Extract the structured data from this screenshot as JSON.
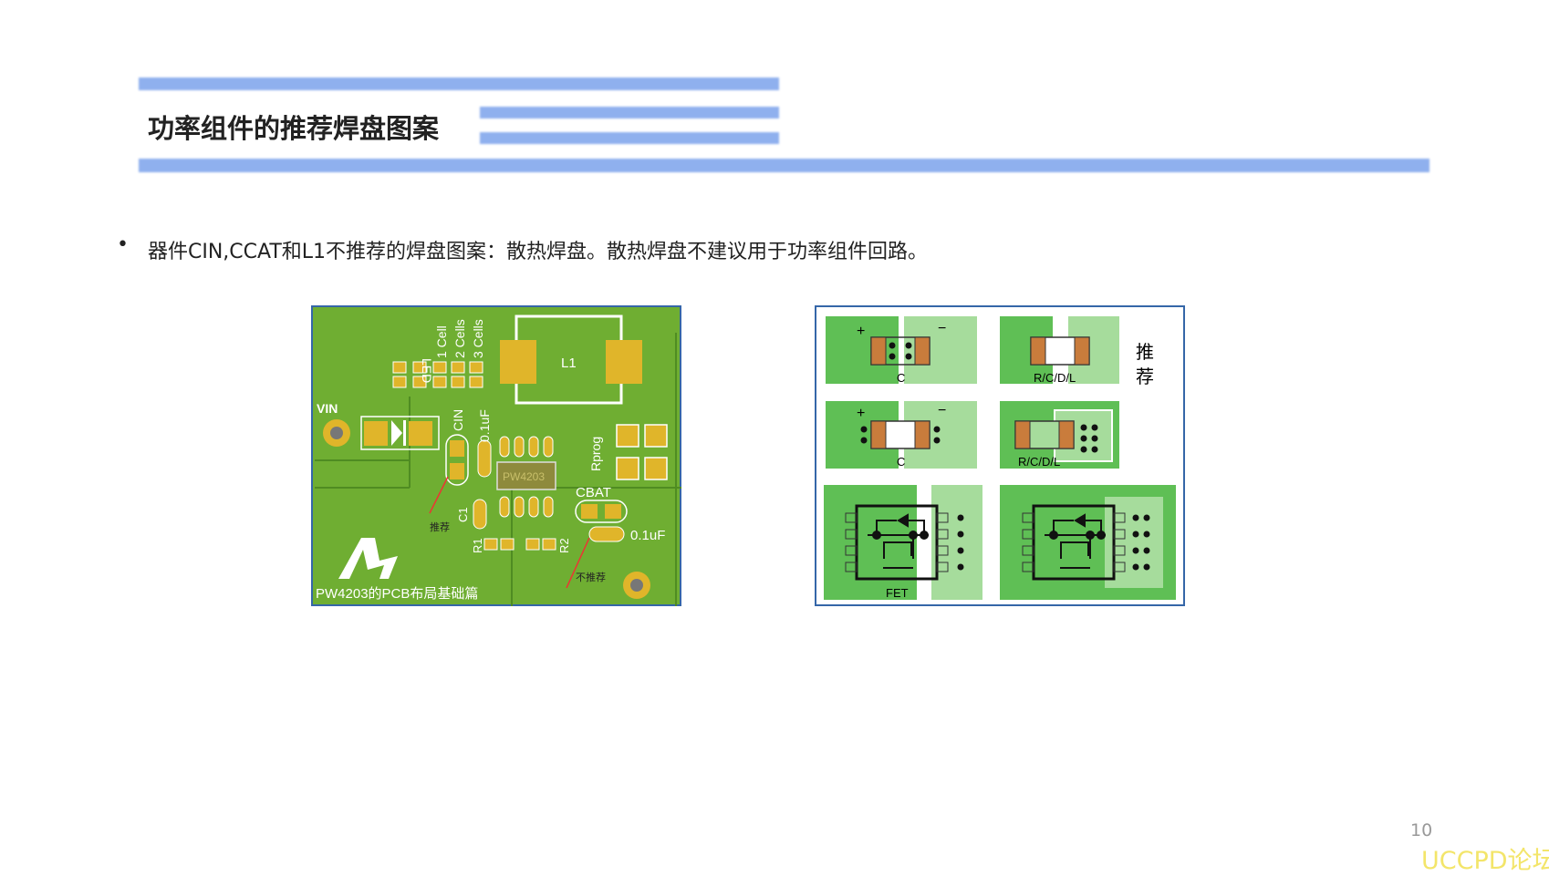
{
  "header": {
    "title": "功率组件的推荐焊盘图案",
    "accent_color": "#8fb0ee"
  },
  "bullet": {
    "text": "器件CIN,CCAT和L1不推荐的焊盘图案：散热焊盘。散热焊盘不建议用于功率组件回路。"
  },
  "pcb_image": {
    "labels": {
      "led": "LED",
      "cell1": "1 Cell",
      "cell2": "2 Cells",
      "cell3": "3 Cells",
      "l1": "L1",
      "vin": "VIN",
      "cin": "CIN",
      "cin_val": "0.1uF",
      "ic": "PW4203",
      "rprog": "Rprog",
      "cbat": "CBAT",
      "cbat_val": "0.1uF",
      "c1": "C1",
      "r1": "R1",
      "r2": "R2",
      "recommended": "推荐",
      "not_recommended": "不推荐",
      "caption": "PW4203的PCB布局基础篇"
    },
    "colors": {
      "board": "#6fae32",
      "pad": "#e0b52a"
    }
  },
  "pad_image": {
    "labels": {
      "plus": "+",
      "minus": "−",
      "c1": "C",
      "c2": "C",
      "rcdl1": "R/C/D/L",
      "rcdl2": "R/C/D/L",
      "fet": "FET",
      "recommended": "推荐"
    },
    "colors": {
      "dark_green": "#5fbf55",
      "light_green": "#a6dc9c",
      "pad": "#c97c3c"
    }
  },
  "footer": {
    "page_number": "10",
    "watermark": "UCCPD论坛"
  }
}
